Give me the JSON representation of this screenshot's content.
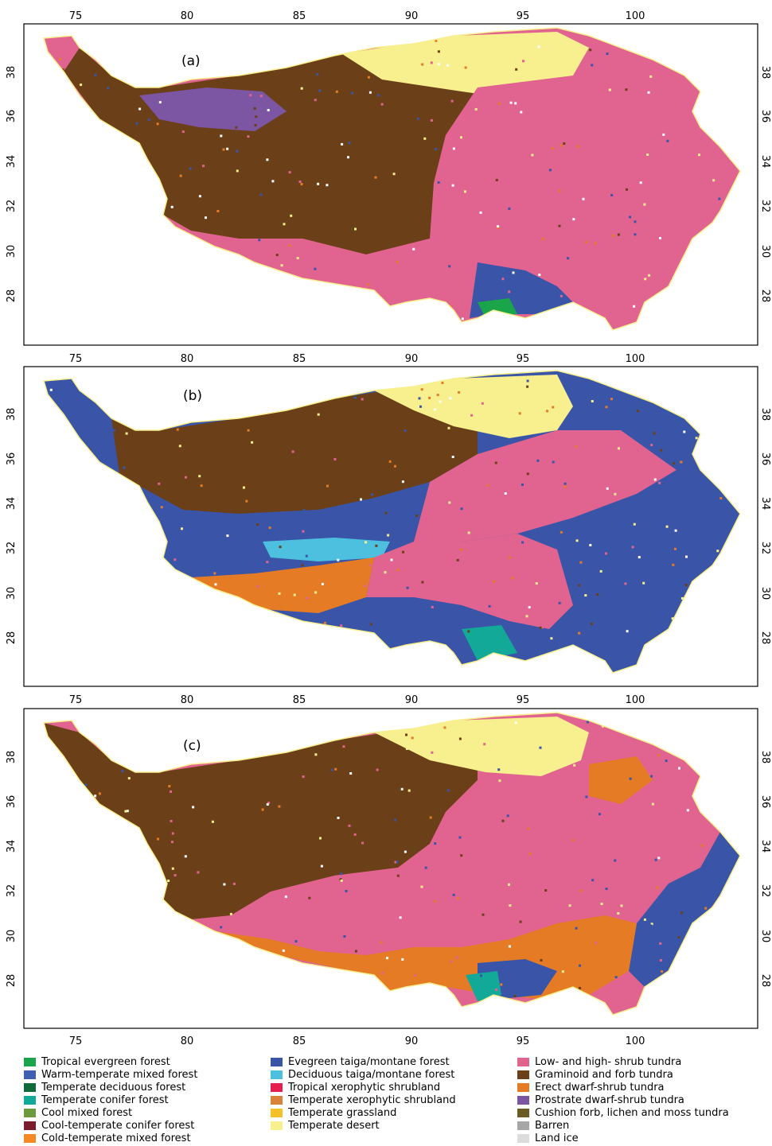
{
  "panels": [
    {
      "label": "(a)",
      "dominant": [
        "pink",
        "brown",
        "desert",
        "purple",
        "blue"
      ]
    },
    {
      "label": "(b)",
      "dominant": [
        "blue",
        "brown",
        "pink",
        "desert",
        "orange",
        "lightblue"
      ]
    },
    {
      "label": "(c)",
      "dominant": [
        "brown",
        "pink",
        "desert",
        "orange",
        "blue"
      ]
    }
  ],
  "axes": {
    "lon_ticks": [
      "75",
      "80",
      "85",
      "90",
      "95",
      "100"
    ],
    "lat_ticks": [
      "38",
      "36",
      "34",
      "32",
      "30",
      "28"
    ]
  },
  "legend": {
    "columns": [
      [
        {
          "label": "Tropical evergreen forest",
          "color": "#1aa54b"
        },
        {
          "label": "Warm-temperate mixed forest",
          "color": "#3f5fb0"
        },
        {
          "label": "Temperate deciduous forest",
          "color": "#116a3a"
        },
        {
          "label": "Temperate conifer forest",
          "color": "#12a998"
        },
        {
          "label": "Cool mixed forest",
          "color": "#6d9a3c"
        },
        {
          "label": "Cool-temperate conifer forest",
          "color": "#7a1b2e"
        },
        {
          "label": "Cold-temperate mixed forest",
          "color": "#f58a24"
        }
      ],
      [
        {
          "label": "Evegreen taiga/montane forest",
          "color": "#3a55a7"
        },
        {
          "label": "Deciduous taiga/montane forest",
          "color": "#4cc0de"
        },
        {
          "label": "Tropical xerophytic shrubland",
          "color": "#e51f4f"
        },
        {
          "label": "Temperate xerophytic shrubland",
          "color": "#d9823a"
        },
        {
          "label": "Temperate grassland",
          "color": "#f6c128"
        },
        {
          "label": "Temperate desert",
          "color": "#f8ef8e"
        }
      ],
      [
        {
          "label": "Low- and high- shrub tundra",
          "color": "#e0648f"
        },
        {
          "label": "Graminoid and forb tundra",
          "color": "#6b3f17"
        },
        {
          "label": "Erect dwarf-shrub tundra",
          "color": "#e57c25"
        },
        {
          "label": "Prostrate dwarf-shrub tundra",
          "color": "#7c55a3"
        },
        {
          "label": "Cushion forb, lichen and moss tundra",
          "color": "#6a5a24"
        },
        {
          "label": "Barren",
          "color": "#a6a6a6"
        },
        {
          "label": "Land ice",
          "color": "#dcdcdc"
        }
      ]
    ]
  },
  "colors": {
    "pink": "#e0648f",
    "brown": "#6b3f17",
    "desert": "#f8ef8e",
    "purple": "#7c55a3",
    "blue": "#3a55a7",
    "orange": "#e57c25",
    "lightblue": "#4cc0de",
    "green": "#1aa54b",
    "teal": "#12a998"
  }
}
